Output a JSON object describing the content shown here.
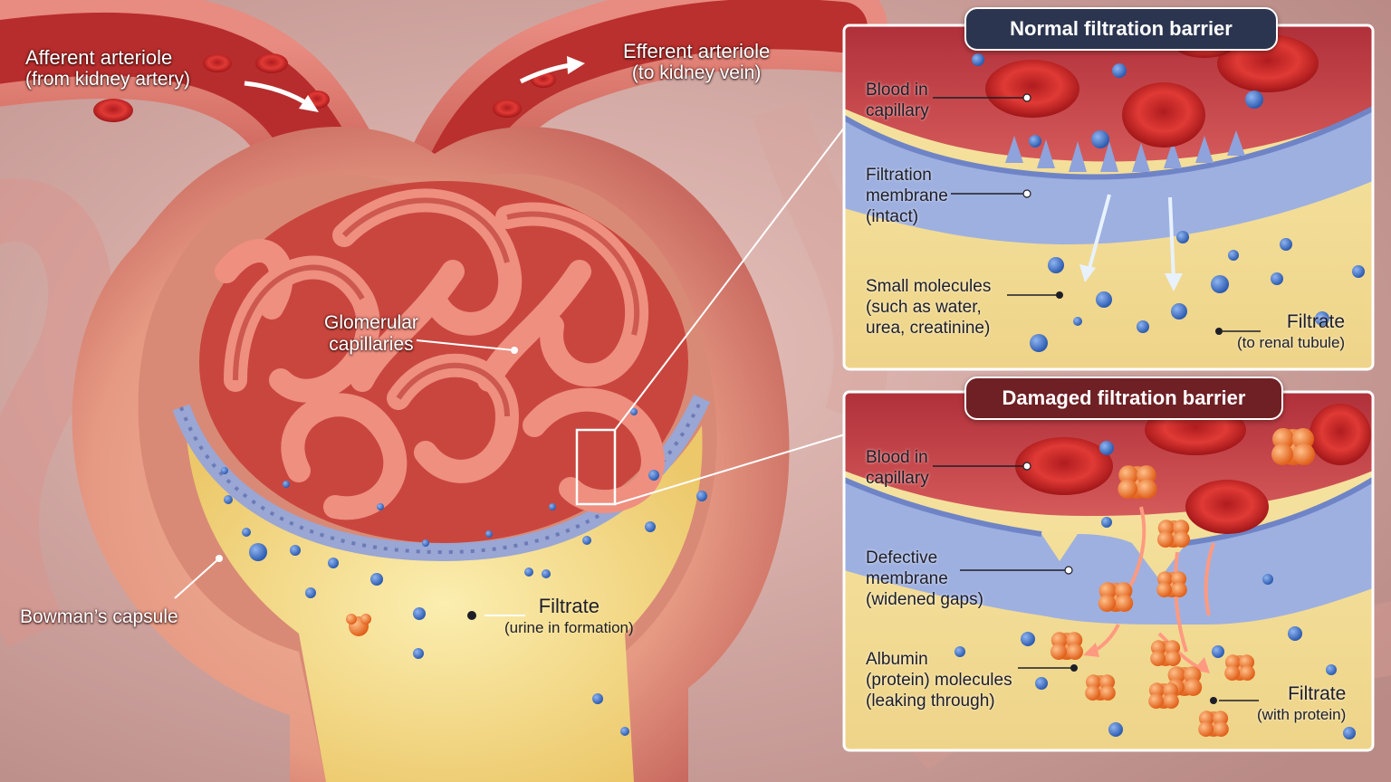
{
  "main_labels": {
    "afferent": {
      "line1": "Afferent arteriole",
      "line2": "(from kidney artery)"
    },
    "efferent": {
      "line1": "Efferent arteriole",
      "line2": "(to kidney vein)"
    },
    "glomerular": {
      "line1": "Glomerular",
      "line2": "capillaries"
    },
    "bowman": "Bowman’s capsule",
    "filtrate": {
      "line1": "Filtrate",
      "line2": "(urine in formation)"
    }
  },
  "normal_panel": {
    "title": "Normal filtration barrier",
    "blood": {
      "line1": "Blood in",
      "line2": "capillary"
    },
    "membrane": {
      "line1": "Filtration",
      "line2": "membrane",
      "line3": "(intact)"
    },
    "small": {
      "line1": "Small molecules",
      "line2": "(such as water,",
      "line3": "urea, creatinine)"
    },
    "filtrate": {
      "line1": "Filtrate",
      "line2": "(to renal tubule)"
    }
  },
  "damaged_panel": {
    "title": "Damaged filtration barrier",
    "blood": {
      "line1": "Blood in",
      "line2": "capillary"
    },
    "membrane": {
      "line1": "Defective",
      "line2": "membrane",
      "line3": "(widened gaps)"
    },
    "albumin": {
      "line1": "Albumin",
      "line2": "(protein) molecules",
      "line3": "(leaking through)"
    },
    "filtrate": {
      "line1": "Filtrate",
      "line2": "(with protein)"
    }
  },
  "colors": {
    "tissue": "#e07a72",
    "blood": "#c8262a",
    "filtrate": "#f3dc8a",
    "membrane": "#8d9fd0",
    "small_molecule": "#3f6fc4",
    "albumin": "#f07a2a",
    "normal_title_bg": "#2b3550",
    "damaged_title_bg": "#6e2024"
  }
}
